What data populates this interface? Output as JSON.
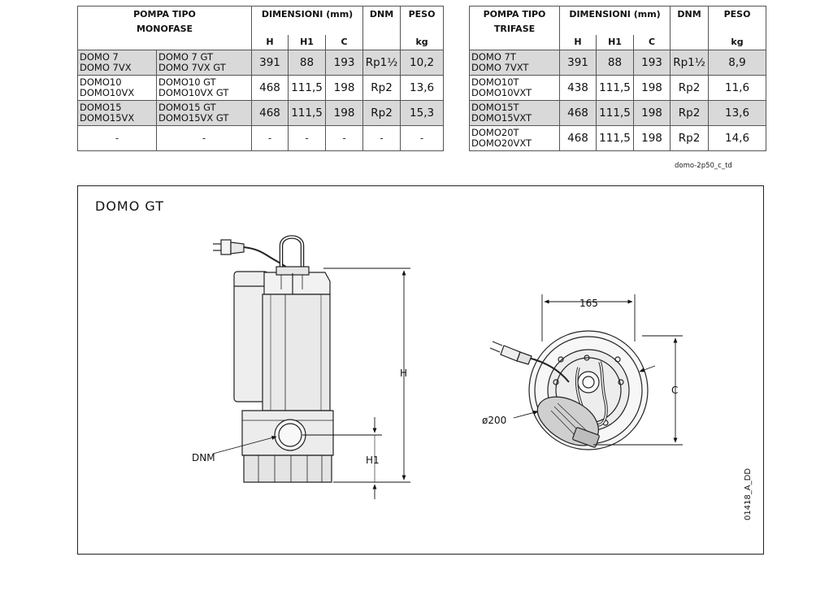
{
  "left_table": {
    "headers": {
      "type": "POMPA TIPO",
      "type_sub": "MONOFASE",
      "dimensions": "DIMENSIONI (mm)",
      "dnm": "DNM",
      "weight": "PESO",
      "h": "H",
      "h1": "H1",
      "c": "C",
      "kg": "kg"
    },
    "rows": [
      {
        "model_a1": "DOMO 7",
        "model_a2": "DOMO 7VX",
        "model_b1": "DOMO 7 GT",
        "model_b2": "DOMO 7VX GT",
        "h": "391",
        "h1": "88",
        "c": "193",
        "dnm": "Rp1½",
        "kg": "10,2"
      },
      {
        "model_a1": "DOMO10",
        "model_a2": "DOMO10VX",
        "model_b1": "DOMO10 GT",
        "model_b2": "DOMO10VX GT",
        "h": "468",
        "h1": "111,5",
        "c": "198",
        "dnm": "Rp2",
        "kg": "13,6"
      },
      {
        "model_a1": "DOMO15",
        "model_a2": "DOMO15VX",
        "model_b1": "DOMO15 GT",
        "model_b2": "DOMO15VX GT",
        "h": "468",
        "h1": "111,5",
        "c": "198",
        "dnm": "Rp2",
        "kg": "15,3"
      },
      {
        "model_a1": "-",
        "model_a2": "",
        "model_b1": "-",
        "model_b2": "",
        "h": "-",
        "h1": "-",
        "c": "-",
        "dnm": "-",
        "kg": "-"
      }
    ]
  },
  "right_table": {
    "headers": {
      "type": "POMPA TIPO",
      "type_sub": "TRIFASE",
      "dimensions": "DIMENSIONI (mm)",
      "dnm": "DNM",
      "weight": "PESO",
      "h": "H",
      "h1": "H1",
      "c": "C",
      "kg": "kg"
    },
    "rows": [
      {
        "model1": "DOMO 7T",
        "model2": "DOMO 7VXT",
        "h": "391",
        "h1": "88",
        "c": "193",
        "dnm": "Rp1½",
        "kg": "8,9"
      },
      {
        "model1": "DOMO10T",
        "model2": "DOMO10VXT",
        "h": "438",
        "h1": "111,5",
        "c": "198",
        "dnm": "Rp2",
        "kg": "11,6"
      },
      {
        "model1": "DOMO15T",
        "model2": "DOMO15VXT",
        "h": "468",
        "h1": "111,5",
        "c": "198",
        "dnm": "Rp2",
        "kg": "13,6"
      },
      {
        "model1": "DOMO20T",
        "model2": "DOMO20VXT",
        "h": "468",
        "h1": "111,5",
        "c": "198",
        "dnm": "Rp2",
        "kg": "14,6"
      }
    ]
  },
  "table_code": "domo-2p50_c_td",
  "drawing": {
    "title": "DOMO  GT",
    "code": "01418_A_DD",
    "label_dnm": "DNM",
    "label_h": "H",
    "label_h1": "H1",
    "label_165": "165",
    "label_c": "C",
    "label_diameter": "ø200"
  }
}
